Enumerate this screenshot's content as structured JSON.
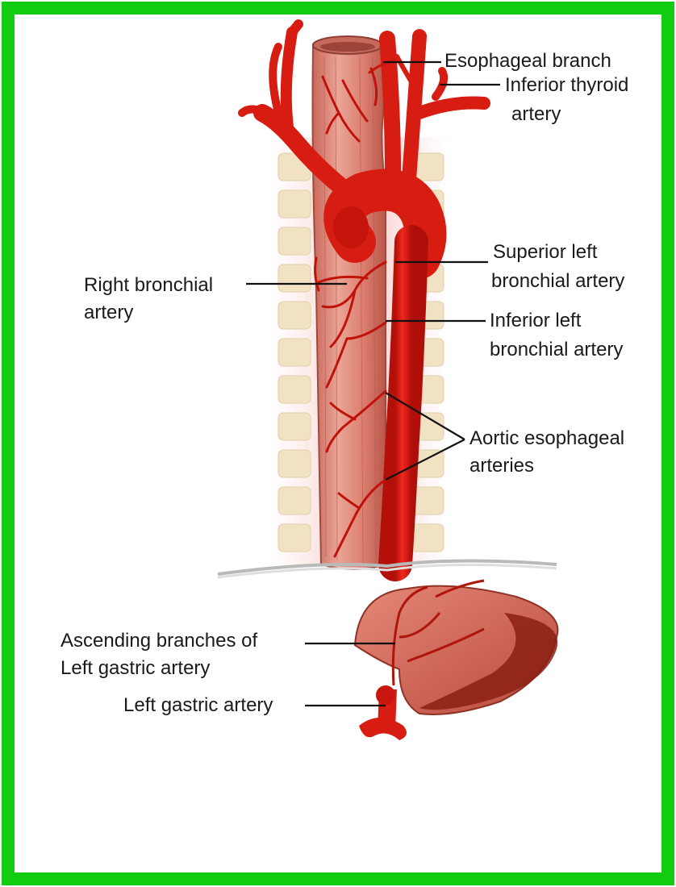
{
  "colors": {
    "frame": "#11cc11",
    "artery": "#dd1a12",
    "artery_dark": "#a80d08",
    "esophagus": "#d9776a",
    "esophagus_light": "#efb3a6",
    "vertebra": "#f1e2c4",
    "diaphragm": "#b9b9b9",
    "stomach": "#cf5a4a"
  },
  "labels": {
    "esophageal_branch": "Esophageal branch",
    "inferior_thyroid_1": "Inferior thyroid",
    "inferior_thyroid_2": "artery",
    "superior_left_1": "Superior left",
    "superior_left_2": "bronchial artery",
    "right_bronchial_1": "Right bronchial",
    "right_bronchial_2": "artery",
    "inferior_left_1": "Inferior left",
    "inferior_left_2": "bronchial artery",
    "aortic_esophageal_1": "Aortic esophageal",
    "aortic_esophageal_2": "arteries",
    "ascending_branches_1": "Ascending branches of",
    "ascending_branches_2": "Left gastric artery",
    "left_gastric": "Left gastric artery"
  }
}
